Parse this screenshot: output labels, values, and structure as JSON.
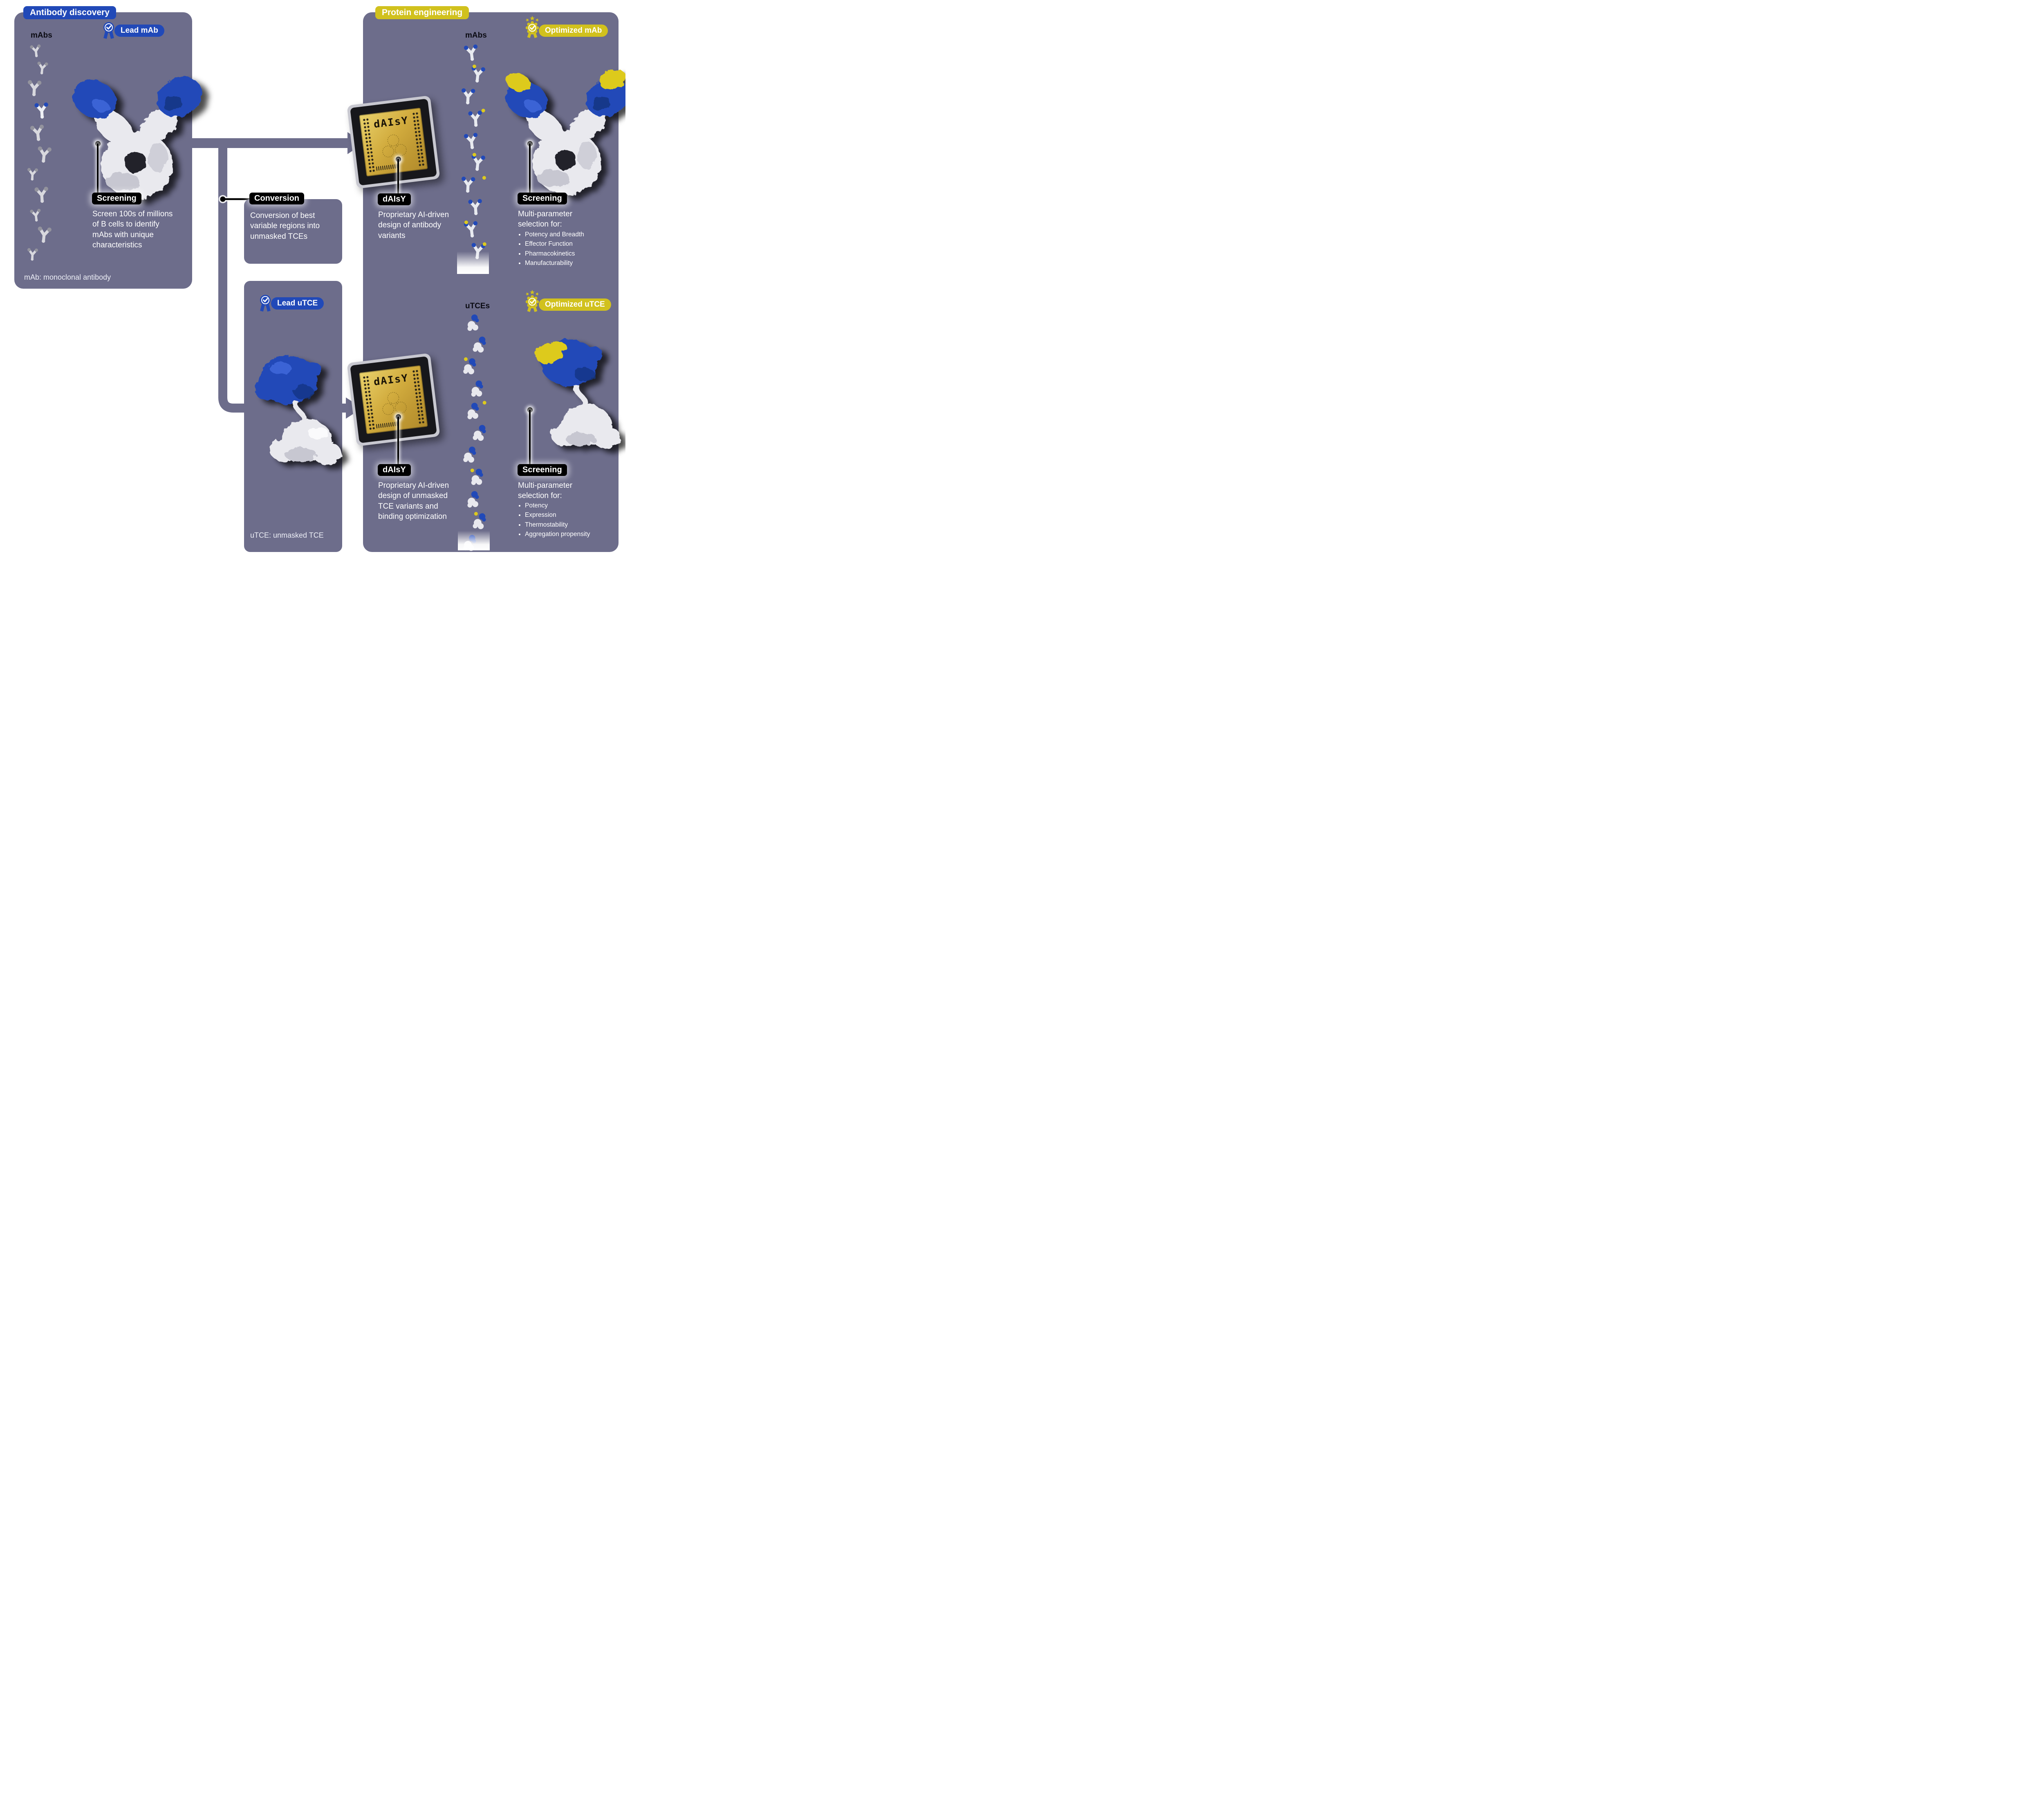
{
  "colors": {
    "panel_purple": "#6d6d8b",
    "accent_blue": "#2149b8",
    "accent_yellow": "#d1c11d",
    "label_black": "#000000",
    "text_white": "#ffffff",
    "molecule_yellow": "#ddca1e"
  },
  "chip": {
    "label": "dAIsY"
  },
  "icons": {
    "lead_badge_icon": "award-ribbon-with-check",
    "optimized_badge_icon": "rosette-with-check-and-stars",
    "antibody_icon": "y-shaped-antibody",
    "utce_icon": "two-domain-protein",
    "chip_icon": "gold-ai-chip"
  },
  "antibody_discovery": {
    "header": "Antibody discovery",
    "molecule_column_label": "mAbs",
    "lead_badge": "Lead mAb",
    "screening_label": "Screening",
    "screening_text": "Screen 100s of millions of B cells to identify mAbs with unique characteristics",
    "footnote": "mAb: monoclonal antibody"
  },
  "conversion": {
    "label": "Conversion",
    "text": "Conversion of best variable regions into unmasked TCEs"
  },
  "lead_utce": {
    "badge": "Lead uTCE",
    "footnote": "uTCE: unmasked TCE"
  },
  "protein_engineering": {
    "header": "Protein engineering",
    "mab_track": {
      "molecule_column_label": "mAbs",
      "daisy_label": "dAIsY",
      "daisy_text": "Proprietary AI-driven design of antibody variants",
      "optimized_badge": "Optimized mAb",
      "screening_label": "Screening",
      "screening_intro": "Multi-parameter selection for:",
      "criteria": [
        "Potency and Breadth",
        "Effector Function",
        "Pharmacokinetics",
        "Manufacturability"
      ]
    },
    "utce_track": {
      "molecule_column_label": "uTCEs",
      "daisy_label": "dAIsY",
      "daisy_text": "Proprietary AI-driven design of unmasked TCE variants and binding optimization",
      "optimized_badge": "Optimized uTCE",
      "screening_label": "Screening",
      "screening_intro": "Multi-parameter selection for:",
      "criteria": [
        "Potency",
        "Expression",
        "Thermostability",
        "Aggregation propensity"
      ]
    }
  }
}
